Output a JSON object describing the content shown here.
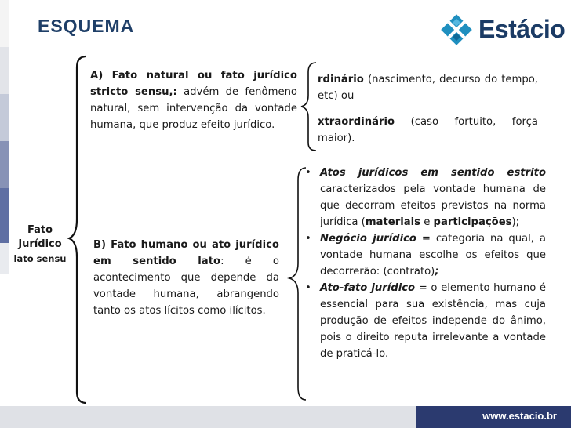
{
  "header": {
    "title": "ESQUEMA",
    "logo_text": "Estácio"
  },
  "left_label": {
    "line1": "Fato",
    "line2": "Jurídico",
    "line3": "lato sensu"
  },
  "box_a": {
    "heading": "A) Fato natural ou fato jurídico stricto sensu,:",
    "body": " advém de fenômeno natural, sem intervenção da vontade humana, que produz efeito jurídico."
  },
  "box_ordinary": {
    "term1": "rdinário",
    "rest1": " (nascimento, decurso do tempo, etc) ou",
    "term2": "xtraordinário",
    "rest2": " (caso fortuito, força maior)."
  },
  "box_b": {
    "heading": "B) Fato humano ou ato jurídico em sentido lato",
    "body": ": é o acontecimento que depende da vontade humana, abrangendo tanto os atos lícitos como ilícitos."
  },
  "bullets": {
    "bullet_char": "•",
    "b1_title": "Atos jurídicos em sentido estrito",
    "b1_text": " caracterizados pela vontade humana de que decorram efeitos previstos na norma jurídica (",
    "b1_bold1": "materiais",
    "b1_mid": " e ",
    "b1_bold2": "participações",
    "b1_end": ");",
    "b2_title": "Negócio jurídico",
    "b2_text": " = categoria na qual, a vontade humana escolhe os efeitos que decorrerão: (contrato)",
    "b2_end": ";",
    "b3_title": "Ato-fato jurídico",
    "b3_text": " = o elemento humano é essencial para sua existência, mas cuja produção de efeitos independe do ânimo, pois o direito reputa irrelevante a vontade de praticá-lo."
  },
  "footer": {
    "url": "www.estacio.br"
  },
  "colors": {
    "title": "#1f3f68",
    "stripes": [
      "#f2f2f2",
      "#d6d9df",
      "#9aa4c4",
      "#6273a8",
      "#3e528f",
      "#2b3a6f"
    ],
    "footer_bar": "#2b3a6f",
    "logo_square": "#1f8fbf"
  }
}
